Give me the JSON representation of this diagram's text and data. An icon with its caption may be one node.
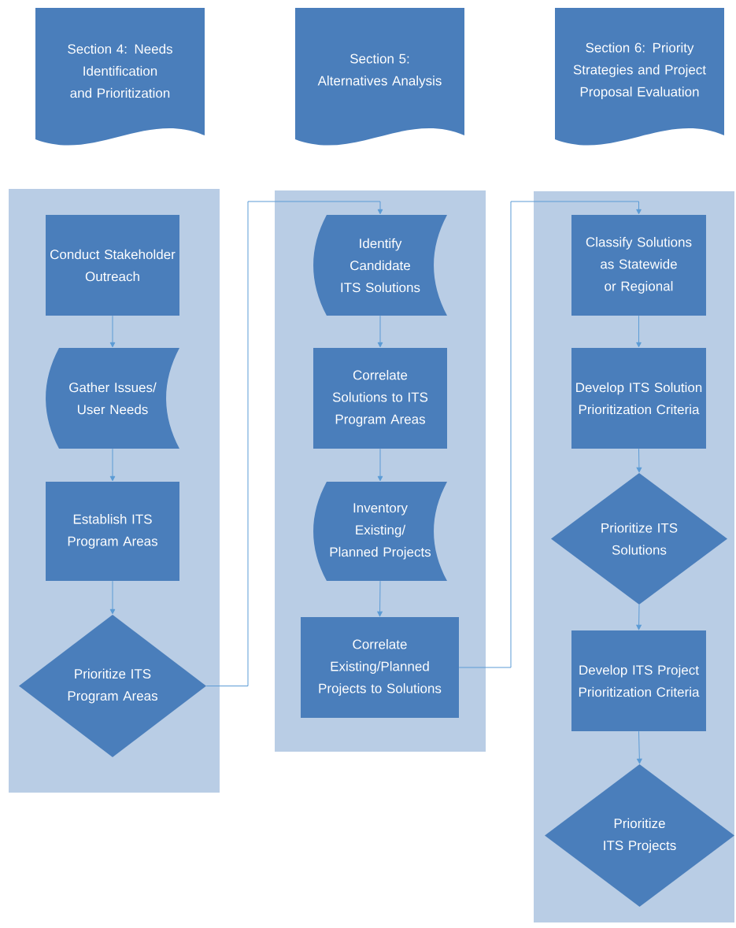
{
  "diagram": {
    "nodes": [
      {
        "text": [
          "Section 4: Needs Identification and Prioritization"
        ]
      },
      {
        "text": [
          "Section 5: Alternatives Analysis"
        ]
      },
      {
        "text": [
          "Section 6: Priority Strategies and Project Proposal Evaluation"
        ]
      },
      {
        "text": [],
        "shape": "box"
      },
      {
        "text": [],
        "shape": "box"
      },
      {
        "text": [],
        "shape": "box"
      },
      {
        "text": [
          "Conduct Stakeholder Outreach"
        ],
        "in": 3
      },
      {
        "text": [
          "Gather Issues/ User Needs"
        ],
        "in": 3
      },
      {
        "text": [
          "Establish ITS Program Areas"
        ],
        "in": 3
      },
      {
        "text": [
          "Prioritize ITS Program Areas"
        ],
        "in": 3
      },
      {
        "text": [
          "Identify Candidate ITS Solutions"
        ],
        "in": 4
      },
      {
        "text": [
          "Correlate Solutions to ITS Program Areas"
        ],
        "in": 4
      },
      {
        "text": [
          "Inventory Existing/ Planned Projects"
        ],
        "in": 4
      },
      {
        "text": [
          "Correlate Existing/Planned Projects to Solutions"
        ],
        "in": 4
      },
      {
        "text": [
          "Classify Solutions as Statewide or Regional"
        ],
        "in": 5
      },
      {
        "text": [
          "Develop ITS Solution Prioritization Criteria"
        ],
        "in": 5
      },
      {
        "text": [
          "Prioritize ITS Solutions"
        ],
        "in": 5
      },
      {
        "text": [
          "Develop ITS Project Prioritization Criteria"
        ],
        "in": 5
      },
      {
        "text": [
          "Prioritize ITS Projects"
        ],
        "in": 5
      }
    ],
    "edges": [
      {
        "from": 6,
        "to": 7,
        "arrow": "to"
      },
      {
        "from": 7,
        "to": 8,
        "arrow": "to"
      },
      {
        "from": 8,
        "to": 9,
        "arrow": "to"
      },
      {
        "from": 9,
        "to": 10,
        "arrow": "to"
      },
      {
        "from": 10,
        "to": 11,
        "arrow": "to"
      },
      {
        "from": 11,
        "to": 12,
        "arrow": "to"
      },
      {
        "from": 12,
        "to": 13,
        "arrow": "to"
      },
      {
        "from": 13,
        "to": 14,
        "arrow": "to"
      },
      {
        "from": 14,
        "to": 15,
        "arrow": "to"
      },
      {
        "from": 15,
        "to": 16,
        "arrow": "to"
      },
      {
        "from": 16,
        "to": 17,
        "arrow": "to"
      },
      {
        "from": 17,
        "to": 18,
        "arrow": "to"
      }
    ]
  }
}
